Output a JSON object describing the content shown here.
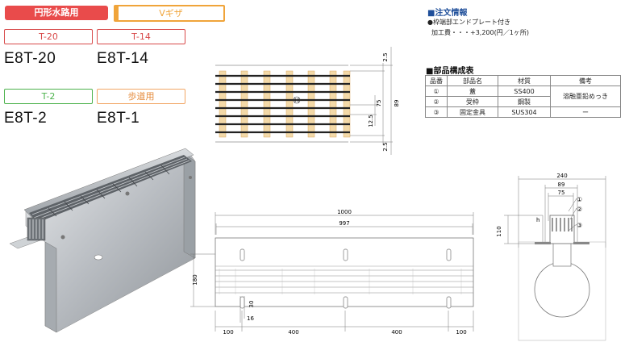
{
  "colors": {
    "red": "#e94b4b",
    "orange": "#f0a43a",
    "green": "#4cb24c",
    "peach": "#f2a766",
    "blue": "#1f4f9a"
  },
  "top_tags": {
    "left": "円形水路用",
    "right": "Vギザ"
  },
  "grates": [
    {
      "tag": "T-20",
      "model": "E8T-20"
    },
    {
      "tag": "T-14",
      "model": "E8T-14"
    },
    {
      "tag": "T-2",
      "model": "E8T-2"
    },
    {
      "tag": "歩道用",
      "model": "E8T-1"
    }
  ],
  "order_info": {
    "heading": "■注文情報",
    "line1": "●枠端部エンドプレート付き",
    "line2": "加工費・・・+3,200(円／1ヶ所)"
  },
  "parts_table": {
    "heading": "■部品構成表",
    "headers": [
      "品番",
      "部品名",
      "材質",
      "備考"
    ],
    "rows": [
      {
        "no": "①",
        "name": "蓋",
        "material": "SS400"
      },
      {
        "no": "②",
        "name": "受枠",
        "material": "鋼製"
      },
      {
        "no": "③",
        "name": "固定金具",
        "material": "SUS304"
      }
    ],
    "remark_merged": "溶融亜鉛めっき",
    "remark_last": "ー"
  },
  "plan_dims": {
    "d1": "2.5",
    "d2": "75",
    "d3": "89",
    "d4": "12.5",
    "d5": "2.5"
  },
  "front_dims": {
    "total": "1000",
    "inner": "997",
    "height": "180",
    "hole1": "30",
    "hole2": "16",
    "seg1": "100",
    "seg2": "400",
    "seg3": "400",
    "seg4": "100"
  },
  "section_dims": {
    "w_total": "240",
    "w_mid": "89",
    "w_in": "75",
    "h": "h",
    "height": "110",
    "callouts": [
      "①",
      "②",
      "③"
    ]
  }
}
